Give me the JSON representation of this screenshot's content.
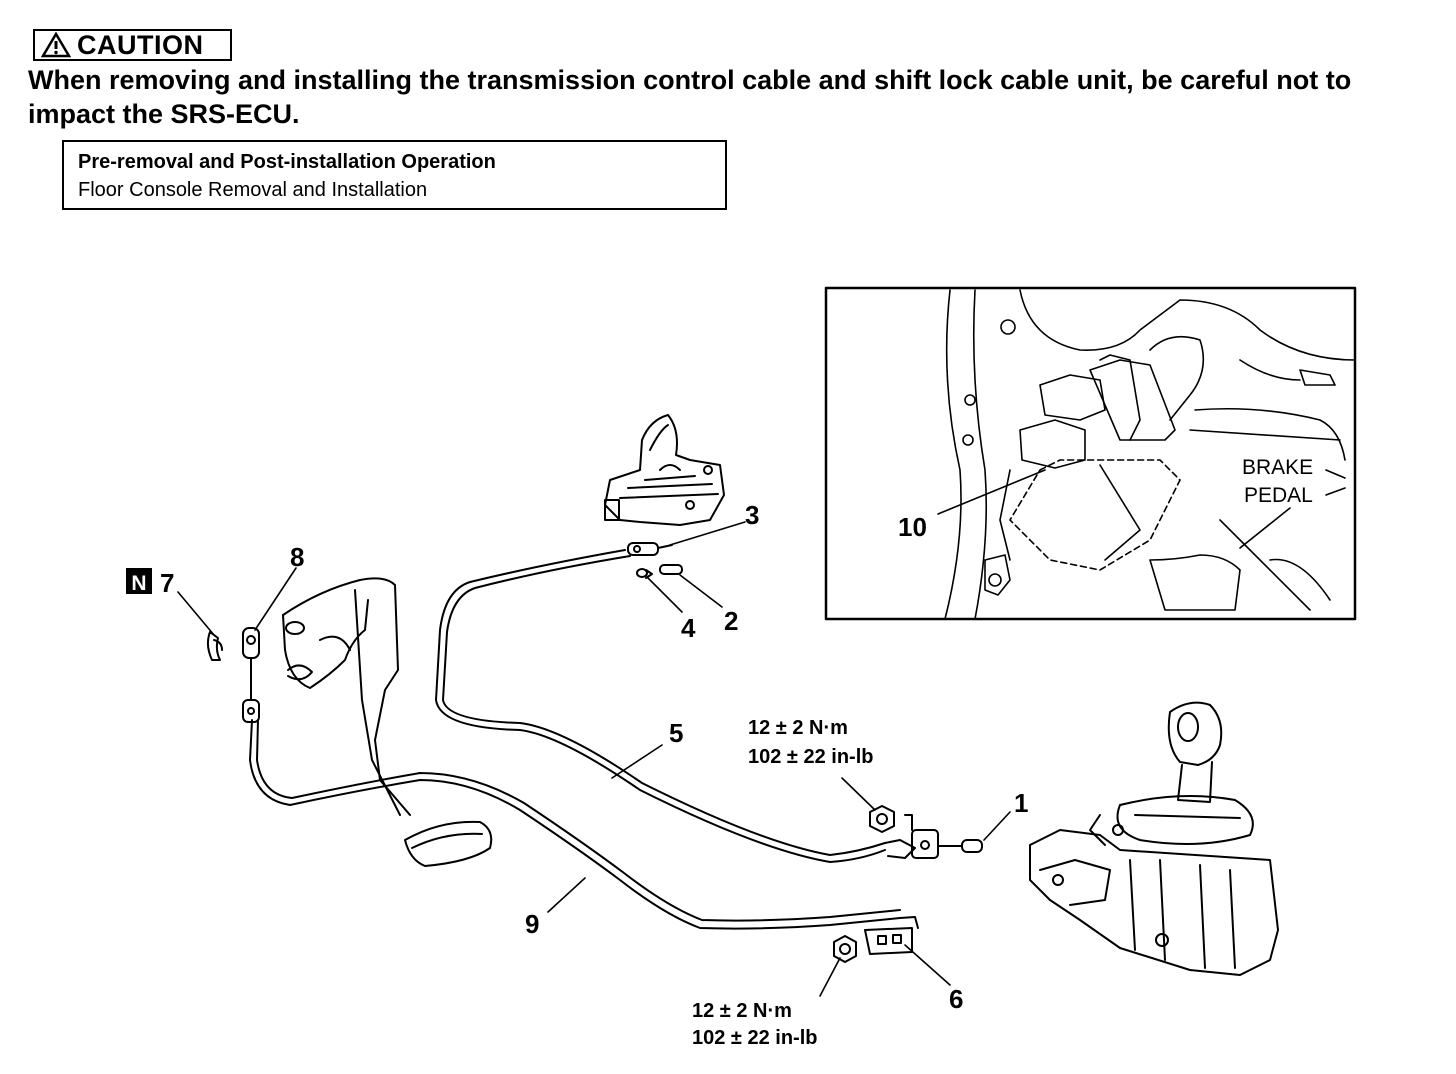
{
  "caution": {
    "title": "CAUTION",
    "message": "When removing and installing the transmission control cable and shift lock cable unit, be careful not to impact the SRS-ECU."
  },
  "operation": {
    "title": "Pre-removal and Post-installation Operation",
    "item": "Floor Console Removal and Installation"
  },
  "callouts": {
    "c1": "1",
    "c2": "2",
    "c3": "3",
    "c4": "4",
    "c5": "5",
    "c6": "6",
    "c7": "7",
    "c8": "8",
    "c9": "9",
    "c10": "10",
    "n_badge": "N"
  },
  "torque": {
    "upper_nm": "12 ± 2 N·m",
    "upper_inlb": "102 ± 22 in-lb",
    "lower_nm": "12 ± 2 N·m",
    "lower_inlb": "102 ± 22 in-lb"
  },
  "inset": {
    "label_line1": "BRAKE",
    "label_line2": "PEDAL"
  }
}
